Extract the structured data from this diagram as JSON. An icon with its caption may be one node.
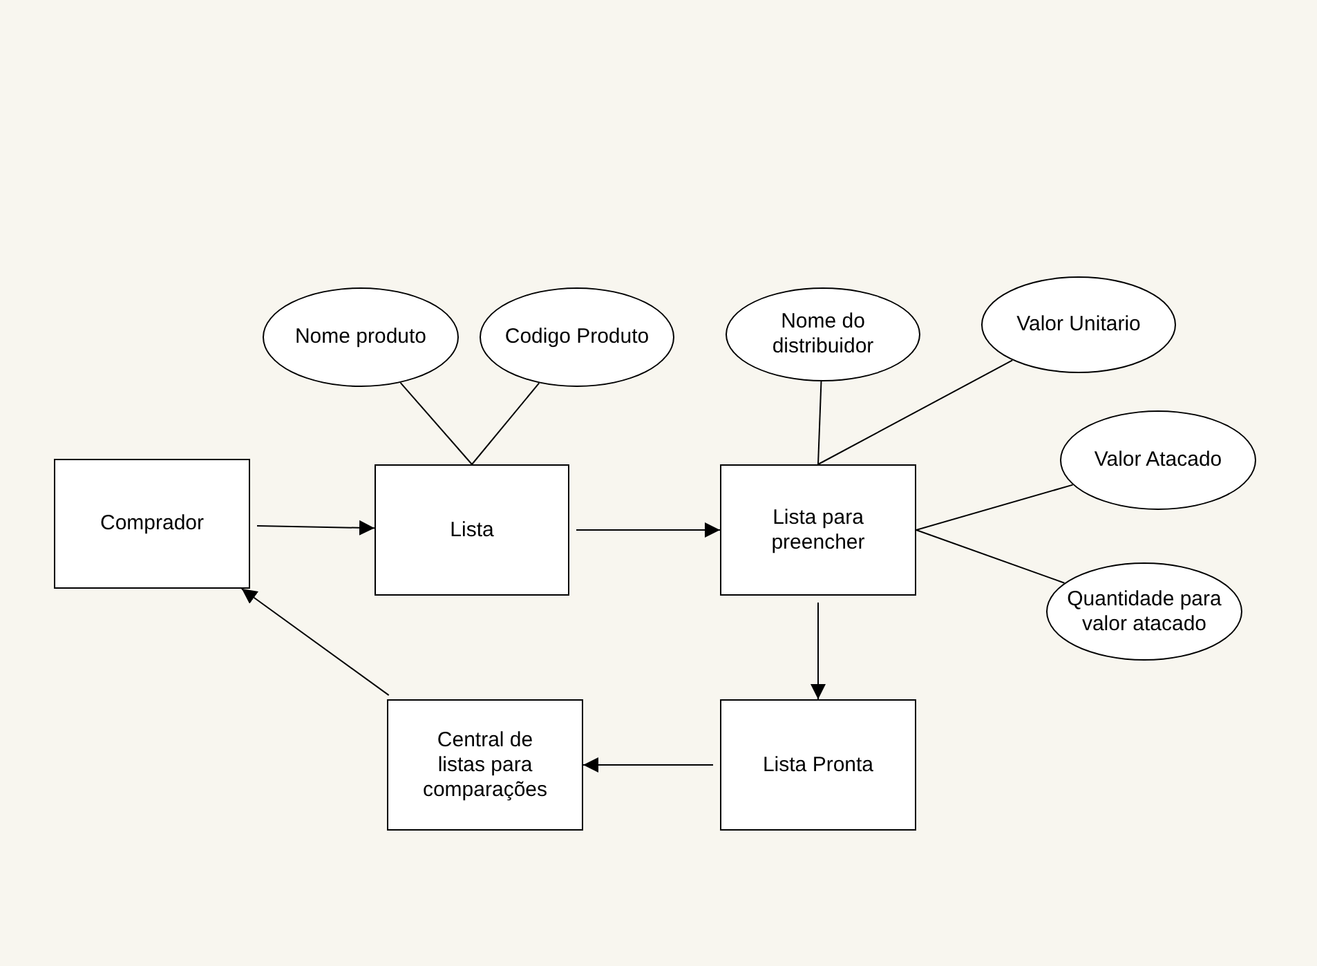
{
  "diagram": {
    "nodes": [
      {
        "text": [
          "Comprador"
        ]
      },
      {
        "text": [
          "Lista"
        ]
      },
      {
        "text": [
          "Lista para preencher"
        ]
      },
      {
        "text": [
          "Lista Pronta"
        ]
      },
      {
        "text": [
          "Central de listas para comparações"
        ]
      },
      {
        "text": [
          "Nome produto"
        ]
      },
      {
        "text": [
          "Codigo Produto"
        ]
      },
      {
        "text": [
          "Nome do distribuidor"
        ]
      },
      {
        "text": [
          "Valor Unitario"
        ]
      },
      {
        "text": [
          "Valor Atacado"
        ]
      },
      {
        "text": [
          "Quantidade para valor atacado"
        ]
      }
    ],
    "edges": [
      {
        "from": 0,
        "to": 1,
        "arrow": "to"
      },
      {
        "from": 1,
        "to": 2,
        "arrow": "to"
      },
      {
        "from": 2,
        "to": 3,
        "arrow": "to"
      },
      {
        "from": 3,
        "to": 4,
        "arrow": "to"
      },
      {
        "from": 4,
        "to": 0,
        "arrow": "to"
      },
      {
        "from": 5,
        "to": 1,
        "arrow": "none"
      },
      {
        "from": 6,
        "to": 1,
        "arrow": "none"
      },
      {
        "from": 7,
        "to": 2,
        "arrow": "none"
      },
      {
        "from": 8,
        "to": 2,
        "arrow": "none"
      },
      {
        "from": 9,
        "to": 2,
        "arrow": "none"
      },
      {
        "from": 10,
        "to": 2,
        "arrow": "none"
      }
    ]
  }
}
